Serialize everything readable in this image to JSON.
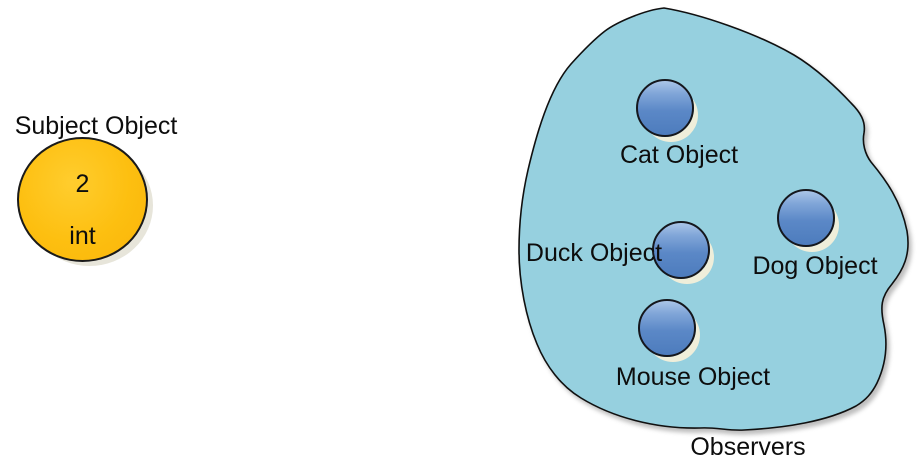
{
  "diagram": {
    "subject": {
      "label": "Subject Object",
      "value": "2",
      "type": "int"
    },
    "observers_group_label": "Observers",
    "observers": [
      {
        "id": "cat",
        "label": "Cat Object"
      },
      {
        "id": "duck",
        "label": "Duck Object"
      },
      {
        "id": "dog",
        "label": "Dog Object"
      },
      {
        "id": "mouse",
        "label": "Mouse Object"
      }
    ],
    "colors": {
      "subject_fill": "#FDBF10",
      "observer_fill": "#5B88C7",
      "observer_highlight": "#AAC5E7",
      "observer_outline": "#15171D",
      "group_fill": "#96D0DF",
      "group_outline": "#101010",
      "shape_shadow": "#EFEEDA",
      "text": "#0D0D0D",
      "background": "#FFFFFF"
    }
  }
}
